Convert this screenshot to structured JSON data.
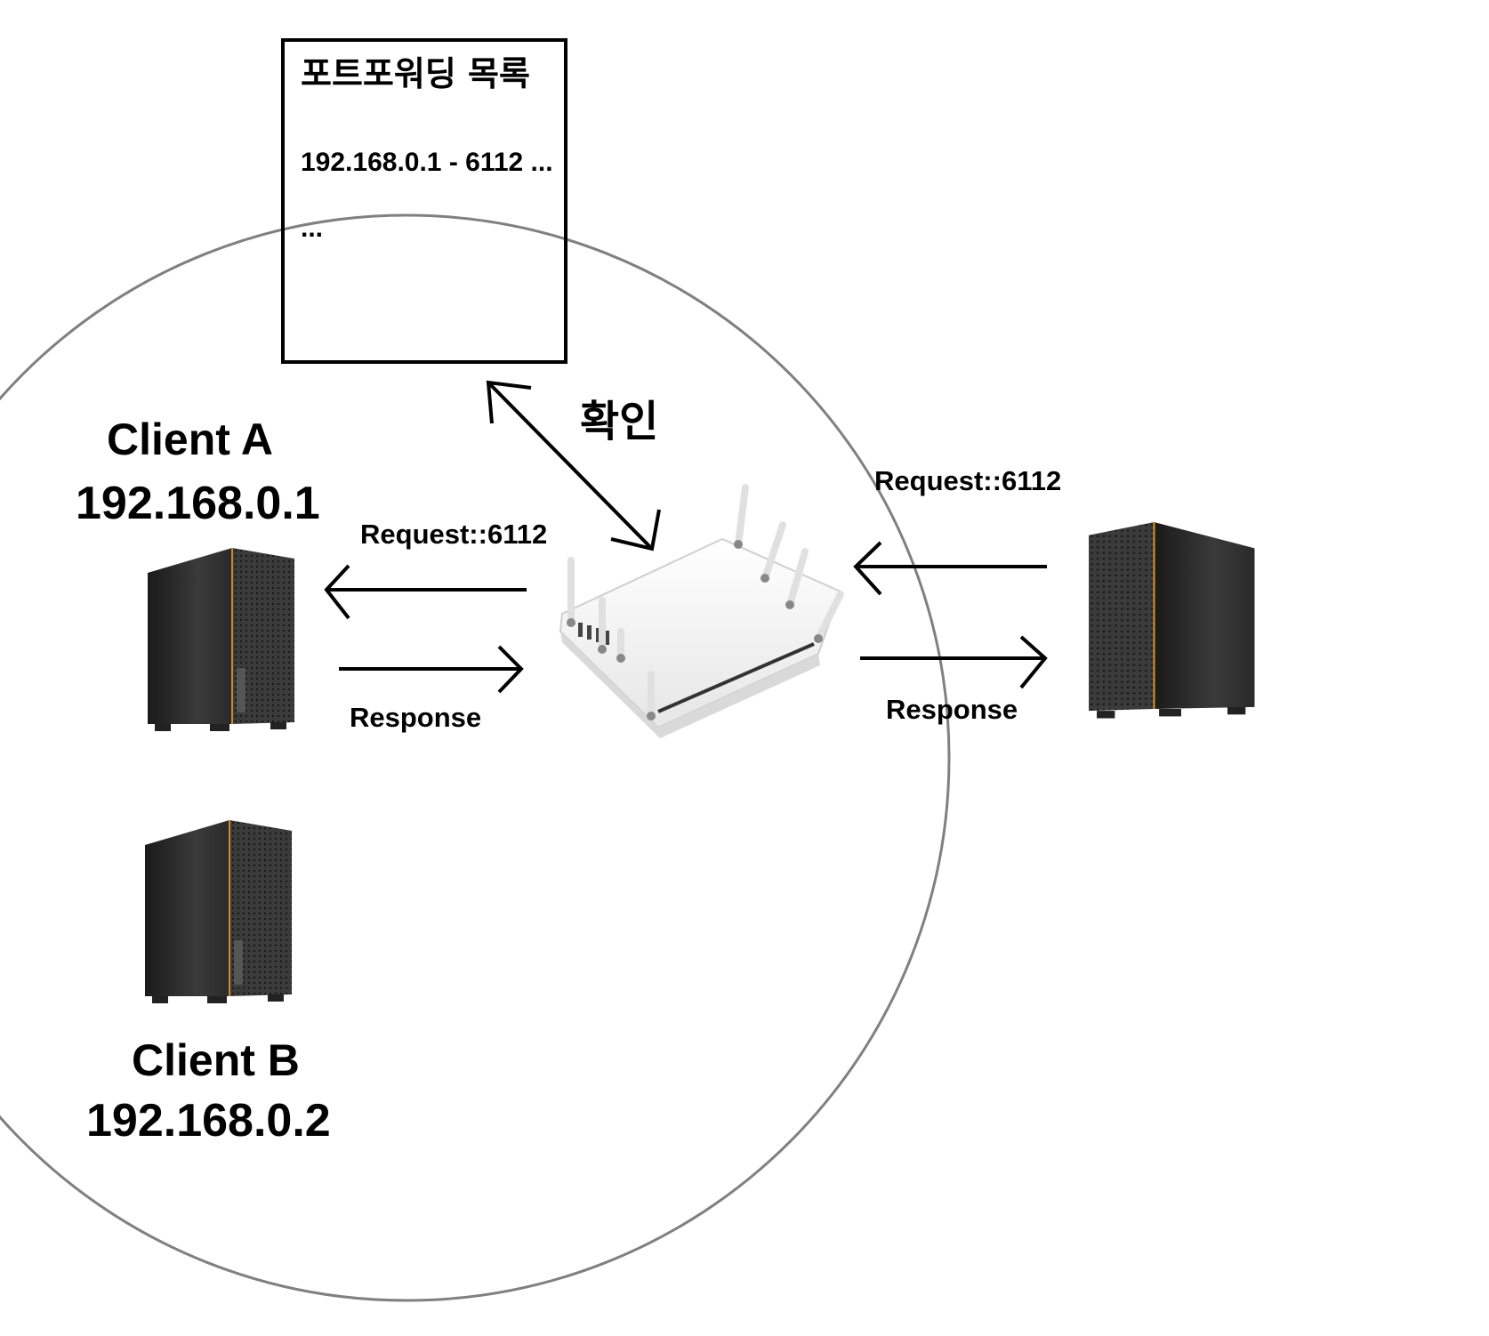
{
  "forwarding_table": {
    "title": "포트포워딩 목록",
    "entry": "192.168.0.1 - 6112 ...",
    "more": "..."
  },
  "check_label": "확인",
  "client_a": {
    "name": "Client A",
    "ip": "192.168.0.1"
  },
  "client_b": {
    "name": "Client B",
    "ip": "192.168.0.2"
  },
  "left_link": {
    "request_label": "Request::6112",
    "response_label": "Response"
  },
  "right_link": {
    "request_label": "Request::6112",
    "response_label": "Response"
  },
  "colors": {
    "line": "#000000",
    "circle": "#808080",
    "tower_body": "#2b2b2b",
    "tower_accent": "#d08a2a",
    "router_body": "#f2f2f2"
  }
}
